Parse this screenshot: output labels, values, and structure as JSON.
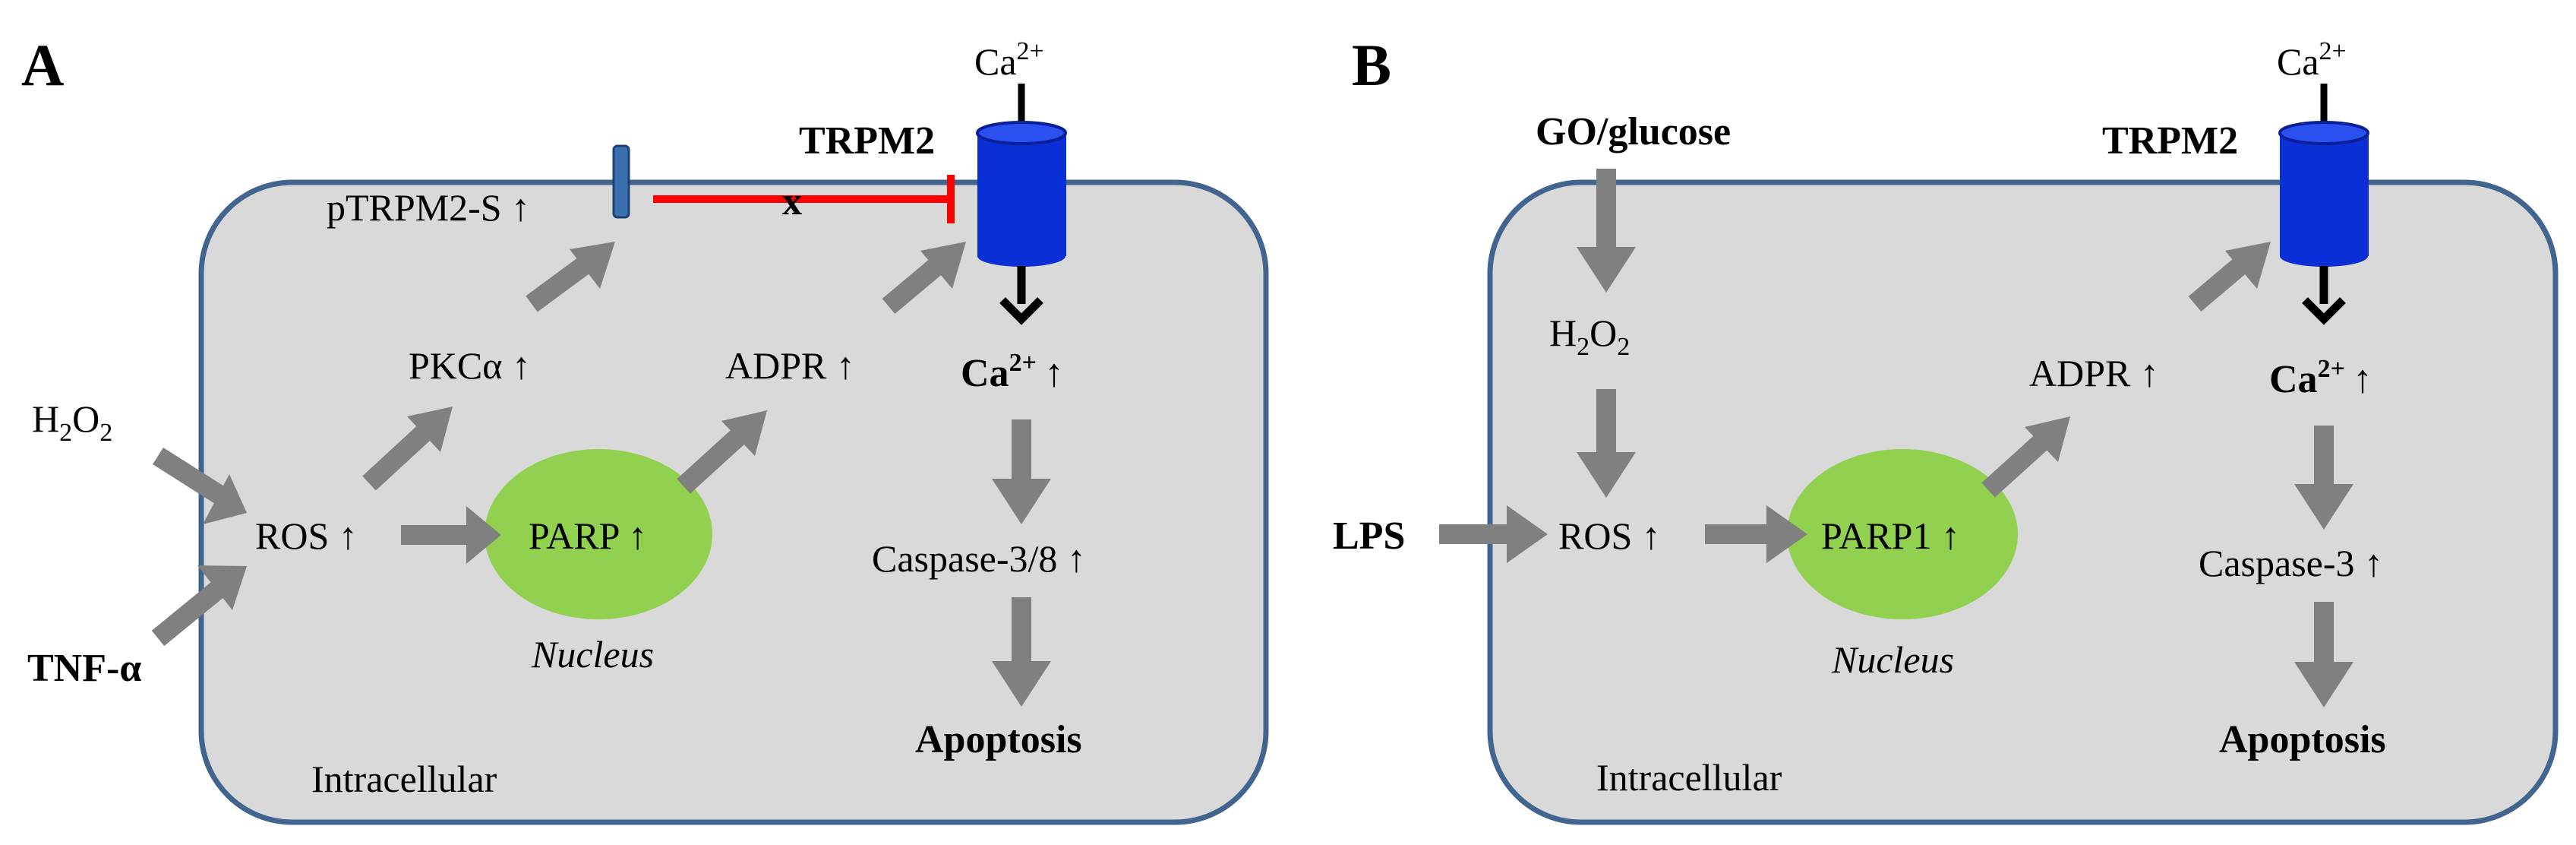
{
  "panels": [
    {
      "letter": "A",
      "ca_top": "Ca",
      "ca_top_sup": "2+",
      "trpm2": "TRPM2",
      "ptrpm2": "pTRPM2-S ↑",
      "block_x": "x",
      "pkc": "PKCα ↑",
      "adpr": "ADPR ↑",
      "ca_in": "Ca",
      "ca_in_sup": "2+",
      "ca_in_arrow": "↑",
      "h2o2_h": "H",
      "h2o2_2a": "2",
      "h2o2_o": "O",
      "h2o2_2b": "2",
      "ros": "ROS ↑",
      "parp": "PARP ↑",
      "caspase": "Caspase-3/8 ↑",
      "nucleus": "Nucleus",
      "tnf": "TNF-α",
      "apoptosis": "Apoptosis",
      "intracellular": "Intracellular"
    },
    {
      "letter": "B",
      "ca_top": "Ca",
      "ca_top_sup": "2+",
      "trpm2": "TRPM2",
      "go": "GO/glucose",
      "h2o2_h": "H",
      "h2o2_2a": "2",
      "h2o2_o": "O",
      "h2o2_2b": "2",
      "adpr": "ADPR ↑",
      "ca_in": "Ca",
      "ca_in_sup": "2+",
      "ca_in_arrow": "↑",
      "lps": "LPS",
      "ros": "ROS ↑",
      "parp": "PARP1 ↑",
      "caspase": "Caspase-3 ↑",
      "nucleus": "Nucleus",
      "apoptosis": "Apoptosis",
      "intracellular": "Intracellular"
    }
  ],
  "colors": {
    "cell_fill": "#d9d9d9",
    "cell_stroke": "#41658f",
    "nucleus_fill": "#92d050",
    "channel_fill": "#0a2fd6",
    "arrow_gray": "#808080",
    "inhibit_red": "#ff0000"
  }
}
